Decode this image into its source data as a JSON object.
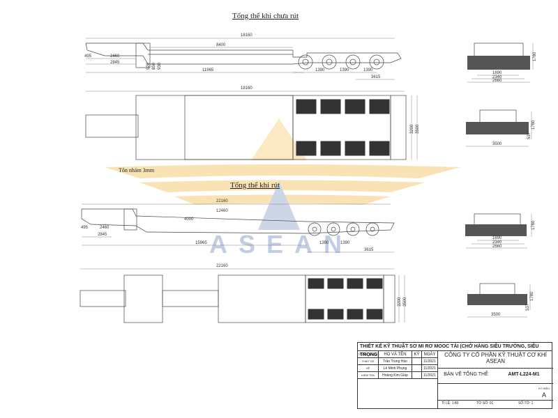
{
  "titles": {
    "before": "Tổng thể khi chưa rút",
    "after": "Tổng thể khi rút"
  },
  "note": "Tôn nhám 3mm",
  "watermark": "ASEAN",
  "dims_before_side": {
    "overall": "18160",
    "deck": "8400",
    "d2460": "2460",
    "d495": "495",
    "d2845": "2845",
    "d11965": "11965",
    "axle1": "1390",
    "axle2": "1390",
    "axle3": "1390",
    "rear": "3615",
    "v1": "920",
    "v2": "850",
    "v3": "930"
  },
  "dims_before_top": {
    "overall": "18160",
    "w1": "3200",
    "w2": "3500"
  },
  "dims_after_side": {
    "overall": "22160",
    "deck": "12460",
    "ext": "4000",
    "d495": "495",
    "d2460": "2460",
    "d2845": "2845",
    "d15965": "15965",
    "axle1": "1390",
    "axle2": "1390",
    "rear": "3615"
  },
  "dims_after_top": {
    "overall": "22160",
    "w1": "3200",
    "w2": "3500"
  },
  "rear_views": {
    "r1": {
      "a": "1690",
      "b": "2340",
      "c": "2660",
      "h": "1780"
    },
    "r2": {
      "w": "3500",
      "h": "1780",
      "h2": "537"
    },
    "r3": {
      "a": "1690",
      "b": "2340",
      "c": "2660",
      "h": "1780"
    },
    "r4": {
      "w": "3500",
      "h": "1780",
      "h2": "537"
    }
  },
  "title_block": {
    "header": "THIẾT KẾ KỸ THUẬT SƠ MI RƠ MOOC TẢI (CHỞ HÀNG SIÊU TRƯỜNG, SIÊU TRỌNG)",
    "col_role": "TRÁCH NHIỆM",
    "col_name": "HỌ VÀ TÊN",
    "col_sign": "KÝ",
    "col_date": "NGÀY",
    "rows": [
      {
        "role": "THIẾT KẾ",
        "name": "Trần Trung Hảo",
        "date": "11/2021"
      },
      {
        "role": "VẼ",
        "name": "Lê Minh Phụng",
        "date": "11/2021"
      },
      {
        "role": "KIỂM TRA",
        "name": "Hoàng Kim Giáp",
        "date": "11/2021"
      }
    ],
    "company": "CÔNG TY CỔ PHẦN KỸ THUẬT CƠ KHÍ ASEAN",
    "drawing": "BẢN VẼ TỔNG THỂ",
    "code": "AMT-L224-M1",
    "rev_label": "KÝ HIỆU",
    "rev": "A",
    "scale": "TỈ LỆ: 1:80",
    "sheets": "TỜ SỐ: 01",
    "sheet_no": "SỐ TỜ: 1"
  }
}
